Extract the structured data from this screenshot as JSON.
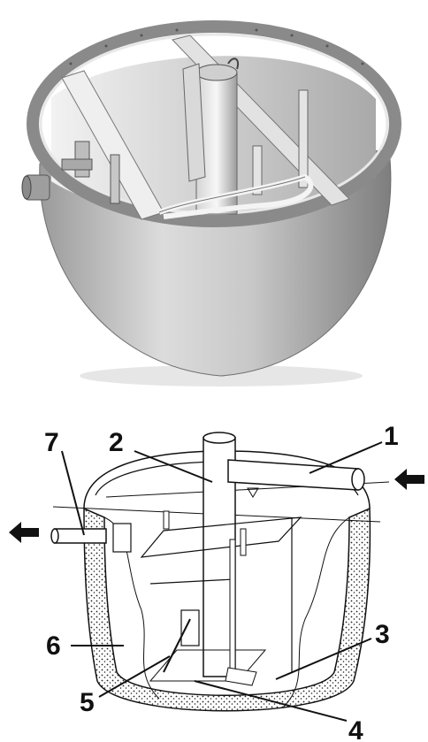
{
  "photo": {
    "subject": "tank-photo"
  },
  "diagram": {
    "callouts": [
      {
        "id": "1",
        "label": "1"
      },
      {
        "id": "2",
        "label": "2"
      },
      {
        "id": "3",
        "label": "3"
      },
      {
        "id": "4",
        "label": "4"
      },
      {
        "id": "5",
        "label": "5"
      },
      {
        "id": "6",
        "label": "6"
      },
      {
        "id": "7",
        "label": "7"
      }
    ],
    "flow": {
      "inlet_arrow_icon": "arrow-left-icon",
      "outlet_arrow_icon": "arrow-left-icon"
    }
  },
  "colors": {
    "metal_light": "#e9e9e9",
    "metal_mid": "#bdbdbd",
    "metal_dark": "#7d7d7d",
    "ink": "#111111",
    "stipple": "#222222"
  }
}
